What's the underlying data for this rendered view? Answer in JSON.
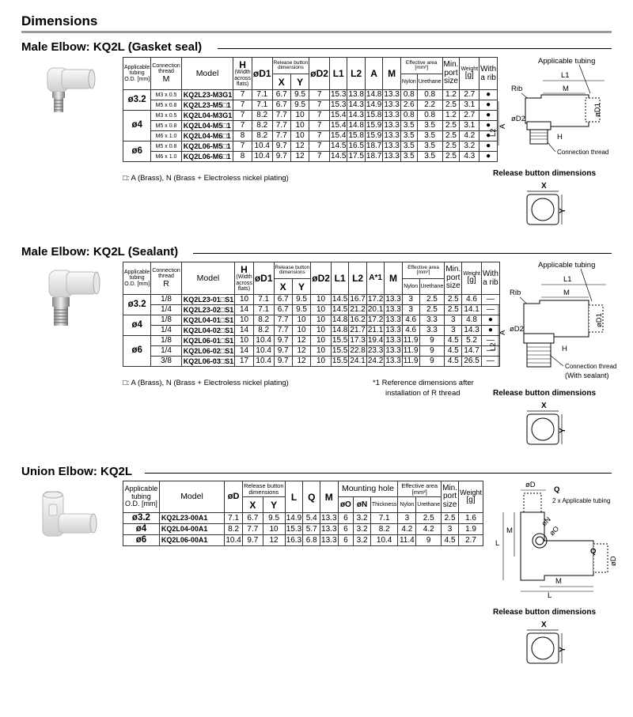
{
  "page_title": "Dimensions",
  "release_label": "Release button dimensions",
  "sections": [
    {
      "title": "Male Elbow: KQ2L (Gasket seal)",
      "headers": {
        "tubing": [
          "Applicable",
          "tubing",
          "O.D. [mm]"
        ],
        "thread": [
          "Connection",
          "thread"
        ],
        "thread_sym": "M",
        "model": "Model",
        "h_sym": "H",
        "h_sub": [
          "(Width",
          "across",
          "flats)"
        ],
        "rel": [
          "Release button",
          "dimensions"
        ],
        "x": "X",
        "y": "Y",
        "d1": "øD1",
        "d2": "øD2",
        "l1": "L1",
        "l2": "L2",
        "a": "A",
        "m": "M",
        "eff": [
          "Effective area",
          "[mm²]"
        ],
        "nylon": "Nylon",
        "urethane": "Urethane",
        "minport": [
          "Min.",
          "port",
          "size"
        ],
        "weight": [
          "Weight",
          "[g]"
        ],
        "rib": [
          "With",
          "a rib"
        ]
      },
      "rows": [
        [
          "ø3.2",
          "M3 x 0.5",
          "KQ2L23-M3G1",
          "7",
          "7.1",
          "6.7",
          "9.5",
          "7",
          "15.3",
          "13.8",
          "14.8",
          "13.3",
          "0.8",
          "0.8",
          "1.2",
          "2.7",
          "●"
        ],
        [
          "",
          "M5 x 0.8",
          "KQ2L23-M5□1",
          "7",
          "7.1",
          "6.7",
          "9.5",
          "7",
          "15.3",
          "14.3",
          "14.9",
          "13.3",
          "2.6",
          "2.2",
          "2.5",
          "3.1",
          "●"
        ],
        [
          "ø4",
          "M3 x 0.5",
          "KQ2L04-M3G1",
          "7",
          "8.2",
          "7.7",
          "10",
          "7",
          "15.4",
          "14.3",
          "15.8",
          "13.3",
          "0.8",
          "0.8",
          "1.2",
          "2.7",
          "●"
        ],
        [
          "",
          "M5 x 0.8",
          "KQ2L04-M5□1",
          "7",
          "8.2",
          "7.7",
          "10",
          "7",
          "15.4",
          "14.8",
          "15.9",
          "13.3",
          "3.5",
          "3.5",
          "2.5",
          "3.1",
          "●"
        ],
        [
          "",
          "M6 x 1.0",
          "KQ2L04-M6□1",
          "8",
          "8.2",
          "7.7",
          "10",
          "7",
          "15.4",
          "15.8",
          "15.9",
          "13.3",
          "3.5",
          "3.5",
          "2.5",
          "4.2",
          "●"
        ],
        [
          "ø6",
          "M5 x 0.8",
          "KQ2L06-M5□1",
          "7",
          "10.4",
          "9.7",
          "12",
          "7",
          "14.5",
          "16.5",
          "18.7",
          "13.3",
          "3.5",
          "3.5",
          "2.5",
          "3.2",
          "●"
        ],
        [
          "",
          "M6 x 1.0",
          "KQ2L06-M6□1",
          "8",
          "10.4",
          "9.7",
          "12",
          "7",
          "14.5",
          "17.5",
          "18.7",
          "13.3",
          "3.5",
          "3.5",
          "2.5",
          "4.3",
          "●"
        ]
      ],
      "note": "□: A (Brass), N (Brass + Electroless nickel plating)",
      "diagram": {
        "applicable_tubing": "Applicable tubing",
        "rib": "Rib",
        "connection_thread": "Connection thread",
        "l1": "L1",
        "m": "M",
        "d1": "øD1",
        "d2": "øD2",
        "l2": "L2",
        "a": "A",
        "h": "H",
        "x": "X",
        "y": "Y"
      }
    },
    {
      "title": "Male Elbow: KQ2L (Sealant)",
      "headers": {
        "tubing": [
          "Applicable",
          "tubing",
          "O.D. [mm]"
        ],
        "thread": [
          "Connection",
          "thread"
        ],
        "thread_sym": "R",
        "model": "Model",
        "h_sym": "H",
        "h_sub": [
          "(Width",
          "across",
          "flats)"
        ],
        "rel": [
          "Release button",
          "dimensions"
        ],
        "x": "X",
        "y": "Y",
        "d1": "øD1",
        "d2": "øD2",
        "l1": "L1",
        "l2": "L2",
        "a": "A*1",
        "m": "M",
        "eff": [
          "Effective area",
          "[mm²]"
        ],
        "nylon": "Nylon",
        "urethane": "Urethane",
        "minport": [
          "Min.",
          "port",
          "size"
        ],
        "weight": [
          "Weight",
          "[g]"
        ],
        "rib": [
          "With",
          "a rib"
        ]
      },
      "rows": [
        [
          "ø3.2",
          "1/8",
          "KQ2L23-01□S1",
          "10",
          "7.1",
          "6.7",
          "9.5",
          "10",
          "14.5",
          "16.7",
          "17.2",
          "13.3",
          "3",
          "2.5",
          "2.5",
          "4.6",
          "—"
        ],
        [
          "",
          "1/4",
          "KQ2L23-02□S1",
          "14",
          "7.1",
          "6.7",
          "9.5",
          "10",
          "14.5",
          "21.2",
          "20.1",
          "13.3",
          "3",
          "2.5",
          "2.5",
          "14.1",
          "—"
        ],
        [
          "ø4",
          "1/8",
          "KQ2L04-01□S1",
          "10",
          "8.2",
          "7.7",
          "10",
          "10",
          "14.8",
          "16.2",
          "17.2",
          "13.3",
          "4.6",
          "3.3",
          "3",
          "4.8",
          "●"
        ],
        [
          "",
          "1/4",
          "KQ2L04-02□S1",
          "14",
          "8.2",
          "7.7",
          "10",
          "10",
          "14.8",
          "21.7",
          "21.1",
          "13.3",
          "4.6",
          "3.3",
          "3",
          "14.3",
          "●"
        ],
        [
          "ø6",
          "1/8",
          "KQ2L06-01□S1",
          "10",
          "10.4",
          "9.7",
          "12",
          "10",
          "15.5",
          "17.3",
          "19.4",
          "13.3",
          "11.9",
          "9",
          "4.5",
          "5.2",
          "—"
        ],
        [
          "",
          "1/4",
          "KQ2L06-02□S1",
          "14",
          "10.4",
          "9.7",
          "12",
          "10",
          "15.5",
          "22.8",
          "23.3",
          "13.3",
          "11.9",
          "9",
          "4.5",
          "14.7",
          "—"
        ],
        [
          "",
          "3/8",
          "KQ2L06-03□S1",
          "17",
          "10.4",
          "9.7",
          "12",
          "10",
          "15.5",
          "24.1",
          "24.2",
          "13.3",
          "11.9",
          "9",
          "4.5",
          "26.5",
          "—"
        ]
      ],
      "note": "□: A (Brass), N (Brass + Electroless nickel plating)",
      "footnote": [
        "*1  Reference dimensions after",
        "installation of R thread"
      ],
      "diagram": {
        "applicable_tubing": "Applicable tubing",
        "rib": "Rib",
        "connection_thread": "Connection thread",
        "with_sealant": "(With sealant)",
        "l1": "L1",
        "m": "M",
        "d1": "øD1",
        "d2": "øD2",
        "l2": "L2",
        "a": "A",
        "h": "H",
        "x": "X",
        "y": "Y"
      }
    },
    {
      "title": "Union Elbow: KQ2L",
      "headers": {
        "tubing": [
          "Applicable",
          "tubing",
          "O.D. [mm]"
        ],
        "model": "Model",
        "d": "øD",
        "rel": [
          "Release button",
          "dimensions"
        ],
        "x": "X",
        "y": "Y",
        "l": "L",
        "q": "Q",
        "m": "M",
        "mount": "Mounting hole",
        "o": "øO",
        "n": "øN",
        "thickness": "Thickness",
        "eff": [
          "Effective area",
          "[mm²]"
        ],
        "nylon": "Nylon",
        "urethane": "Urethane",
        "minport": [
          "Min.",
          "port",
          "size"
        ],
        "weight": [
          "Weight",
          "[g]"
        ]
      },
      "rows": [
        [
          "ø3.2",
          "KQ2L23-00A1",
          "7.1",
          "6.7",
          "9.5",
          "14.9",
          "5.4",
          "13.3",
          "6",
          "3.2",
          "7.1",
          "3",
          "2.5",
          "2.5",
          "1.6"
        ],
        [
          "ø4",
          "KQ2L04-00A1",
          "8.2",
          "7.7",
          "10",
          "15.3",
          "5.7",
          "13.3",
          "6",
          "3.2",
          "8.2",
          "4.2",
          "4.2",
          "3",
          "1.9"
        ],
        [
          "ø6",
          "KQ2L06-00A1",
          "10.4",
          "9.7",
          "12",
          "16.3",
          "6.8",
          "13.3",
          "6",
          "3.2",
          "10.4",
          "11.4",
          "9",
          "4.5",
          "2.7"
        ]
      ],
      "diagram": {
        "applicable_tubing": "2 x Applicable tubing",
        "d": "øD",
        "q": "Q",
        "n": "øN",
        "o": "øO",
        "l": "L",
        "m": "M",
        "x": "X",
        "y": "Y"
      }
    }
  ]
}
